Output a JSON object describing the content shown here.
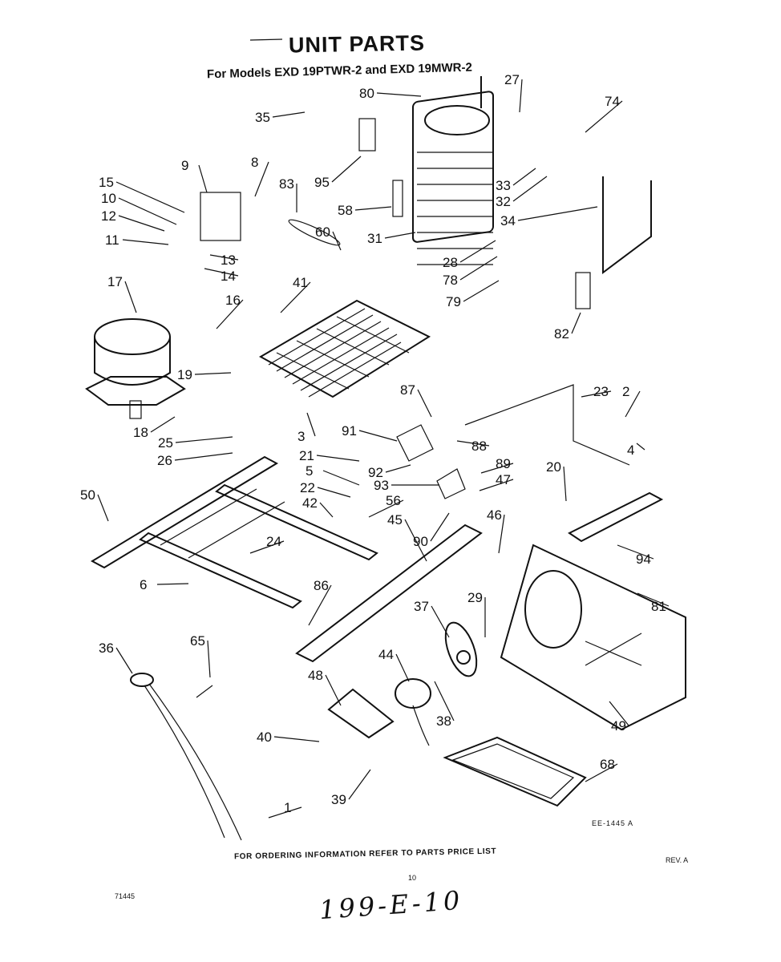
{
  "title": "UNIT PARTS",
  "subtitle": "For Models EXD 19PTWR-2 and EXD 19MWR-2",
  "footer": "FOR ORDERING INFORMATION REFER TO PARTS PRICE LIST",
  "rev": "REV. A",
  "drawing_number": "EE-1445 A",
  "page_number": "10",
  "corner_code": "71445",
  "handwritten_note": "199-E-10",
  "callouts": [
    "80",
    "27",
    "74",
    "35",
    "95",
    "9",
    "8",
    "83",
    "15",
    "10",
    "12",
    "11",
    "13",
    "14",
    "58",
    "31",
    "33",
    "32",
    "34",
    "60",
    "28",
    "78",
    "79",
    "82",
    "17",
    "41",
    "16",
    "19",
    "18",
    "25",
    "26",
    "87",
    "91",
    "88",
    "92",
    "93",
    "89",
    "47",
    "23",
    "2",
    "4",
    "3",
    "21",
    "5",
    "22",
    "42",
    "56",
    "20",
    "50",
    "24",
    "45",
    "90",
    "46",
    "94",
    "6",
    "86",
    "37",
    "29",
    "81",
    "36",
    "65",
    "48",
    "44",
    "38",
    "40",
    "39",
    "49",
    "68",
    "1"
  ]
}
